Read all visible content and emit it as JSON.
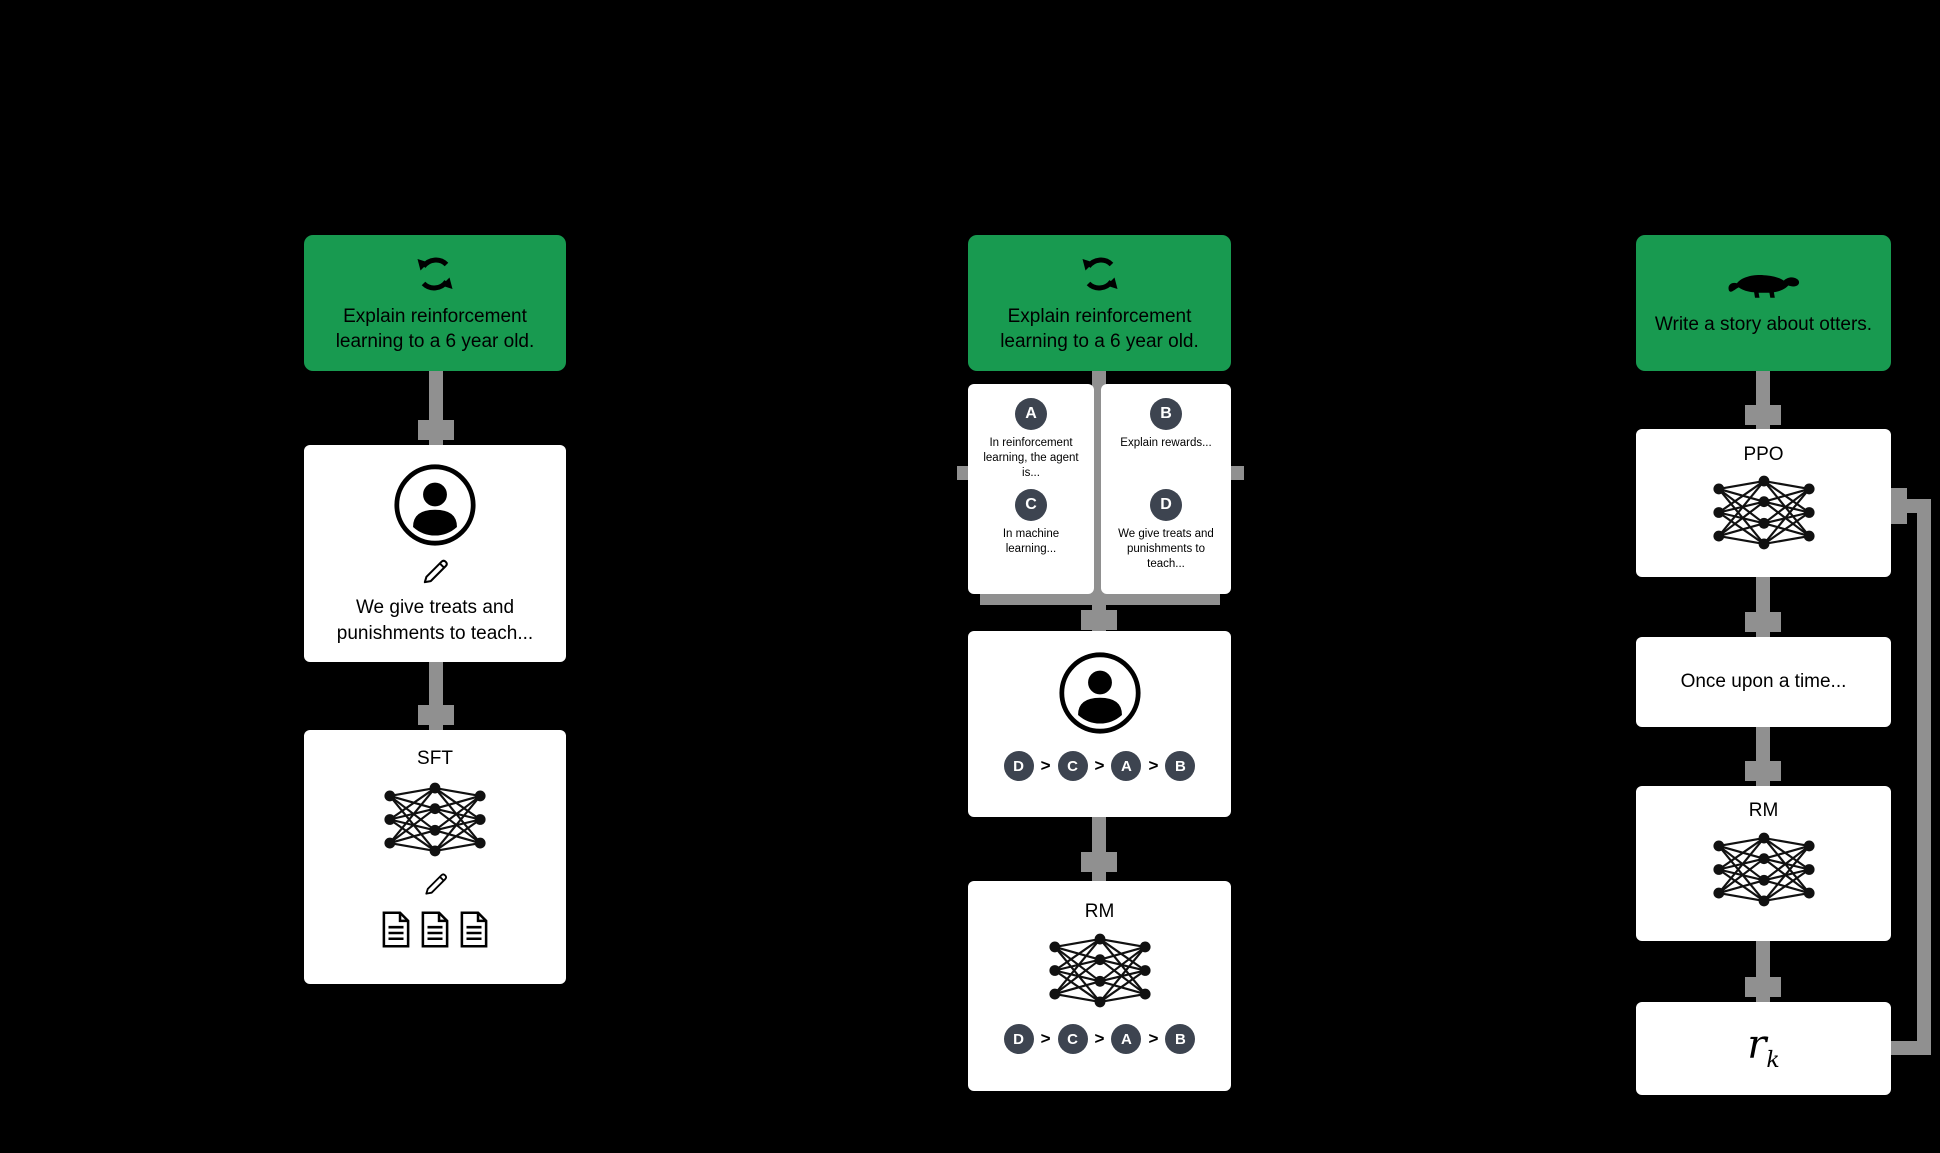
{
  "palette": {
    "background": "#000000",
    "green": "#189a50",
    "connector": "#909090",
    "box": "#ffffff",
    "badge": "#3d4450"
  },
  "col1": {
    "prompt": "Explain reinforcement learning to a 6 year old.",
    "labeler_text": "We give treats and punishments to teach...",
    "model_label": "SFT"
  },
  "col2": {
    "prompt": "Explain reinforcement learning to a 6 year old.",
    "answers": {
      "a": {
        "label": "A",
        "text": "In reinforcement learning, the agent is..."
      },
      "b": {
        "label": "B",
        "text": "Explain rewards..."
      },
      "c": {
        "label": "C",
        "text": "In machine learning..."
      },
      "d": {
        "label": "D",
        "text": "We give treats and punishments to teach..."
      }
    },
    "ranking": {
      "r1": "D",
      "r2": "C",
      "r3": "A",
      "r4": "B",
      "sep": ">"
    },
    "model_label": "RM"
  },
  "col3": {
    "prompt": "Write a story about otters.",
    "ppo_label": "PPO",
    "output_text": "Once upon a time...",
    "rm_label": "RM",
    "reward_base": "r",
    "reward_sub": "k"
  }
}
